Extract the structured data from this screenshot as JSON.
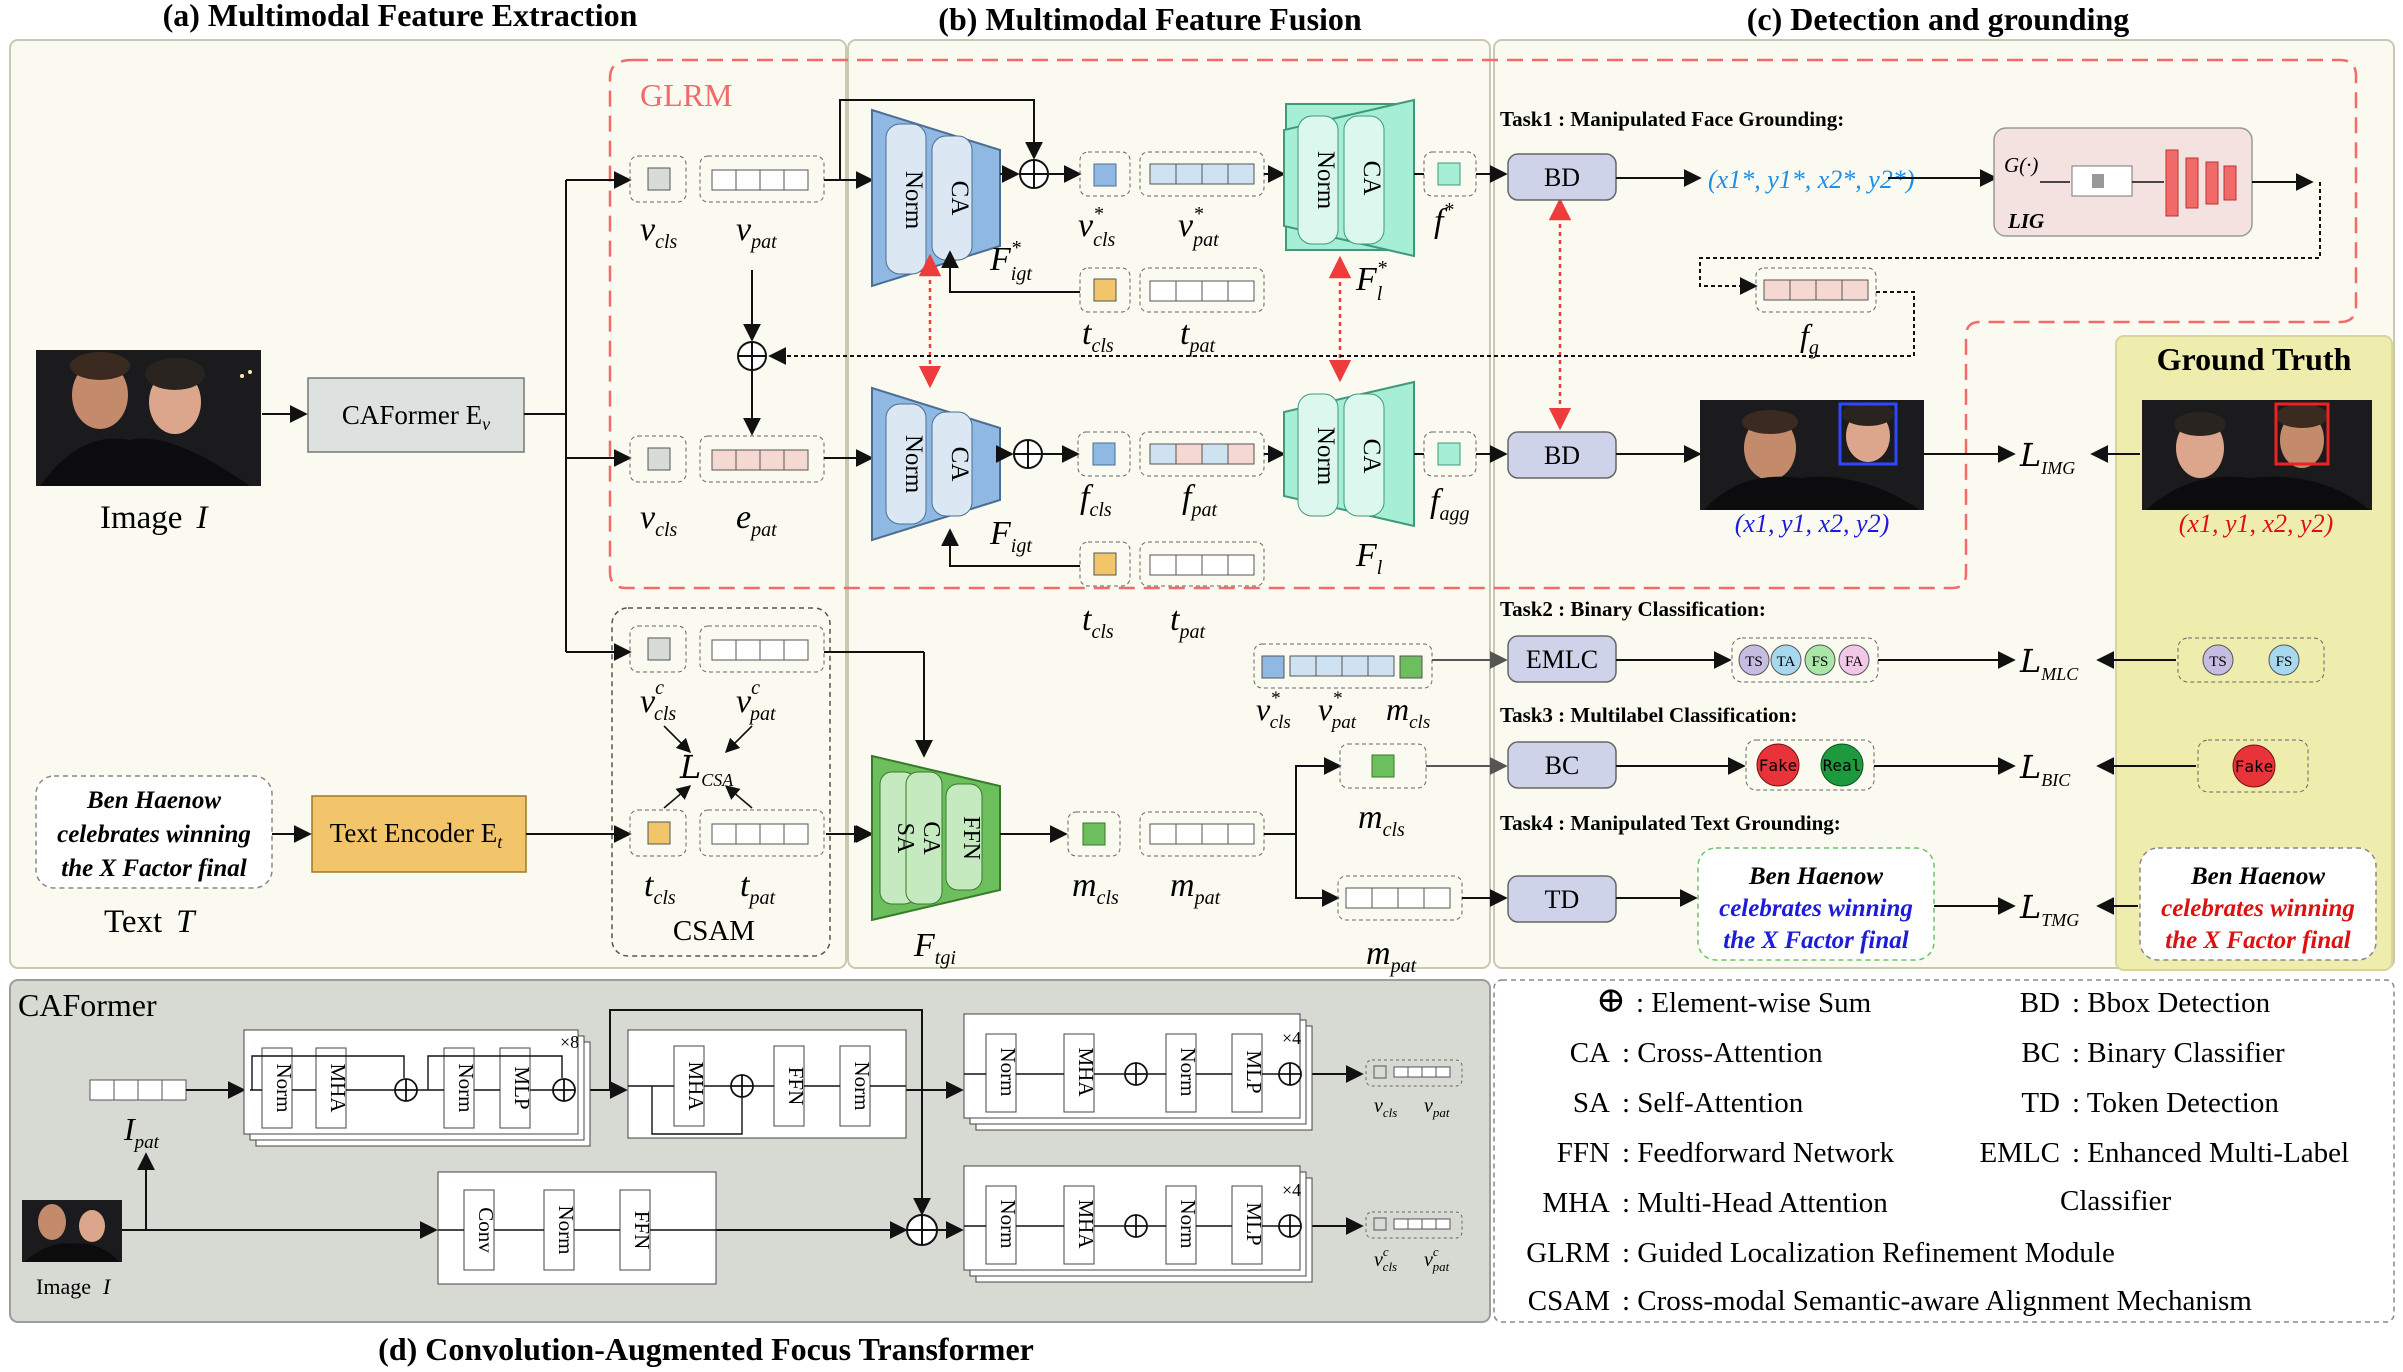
{
  "sections": {
    "a": "(a) Multimodal Feature Extraction",
    "b": "(b) Multimodal Feature Fusion",
    "c": "(c) Detection and grounding",
    "d": "(d) Convolution-Augmented Focus Transformer",
    "gt": "Ground Truth",
    "caformer_panel": "CAFormer"
  },
  "extraction": {
    "image_label": "Image",
    "image_symbol": "I",
    "text_label": "Text",
    "text_symbol": "T",
    "caformer_box": "CAFormer E",
    "caformer_sub": "v",
    "text_encoder_box": "Text Encoder E",
    "text_encoder_sub": "t",
    "input_text": [
      "Ben Haenow",
      "celebrates winning",
      "the X Factor final"
    ],
    "glrm": "GLRM",
    "csam": "CSAM",
    "csa_loss": "L",
    "csa_sub": "CSA"
  },
  "tokens": {
    "v": "v",
    "cls": "cls",
    "pat": "pat",
    "e": "e",
    "t": "t",
    "f": "f",
    "m": "m",
    "agg": "agg",
    "g": "g",
    "c": "c",
    "star": "*"
  },
  "fusion": {
    "norm": "Norm",
    "ca": "CA",
    "sa": "SA",
    "ffn": "FFN",
    "F": "F",
    "igt": "igt",
    "l": "l",
    "tgi": "tgi"
  },
  "tasks": {
    "task1": "Task1 : Manipulated Face Grounding:",
    "task2": "Task2 : Binary Classification:",
    "task3": "Task3 : Multilabel Classification:",
    "task4": "Task4 : Manipulated Text Grounding:",
    "bd": "BD",
    "emlc": "EMLC",
    "bc": "BC",
    "td": "TD",
    "lig": "LIG",
    "g_func": "G(·)",
    "coords_star": "(x1*, y1*, x2*, y2*)",
    "coords": "(x1, y1, x2, y2)",
    "loss_img": "IMG",
    "loss_mlc": "MLC",
    "loss_bic": "BIC",
    "loss_tmg": "TMG",
    "chips": [
      "TS",
      "TA",
      "FS",
      "FA"
    ],
    "gt_chips": [
      "TS",
      "FS"
    ],
    "fake": "Fake",
    "real": "Real",
    "pred_text": [
      "Ben Haenow",
      "celebrates winning",
      "the X Factor final"
    ],
    "gt_text": [
      "Ben Haenow",
      "celebrates winning",
      "the X Factor final"
    ]
  },
  "caformer": {
    "ipat": "I",
    "ipat_sub": "pat",
    "image": "Image",
    "image_sym": "I",
    "norm": "Norm",
    "mha": "MHA",
    "mlp": "MLP",
    "ffn": "FFN",
    "conv": "Conv",
    "x8": "×8",
    "x4": "×4"
  },
  "legend": [
    {
      "k": "⊕",
      "v": ": Element-wise Sum"
    },
    {
      "k": "CA",
      "v": ": Cross-Attention"
    },
    {
      "k": "SA",
      "v": ": Self-Attention"
    },
    {
      "k": "FFN",
      "v": ": Feedforward  Network"
    },
    {
      "k": "MHA",
      "v": ": Multi-Head Attention"
    },
    {
      "k": "GLRM",
      "v": ": Guided Localization Refinement Module"
    },
    {
      "k": "CSAM",
      "v": ": Cross-modal Semantic-aware Alignment Mechanism"
    }
  ],
  "legend_right": [
    {
      "k": "BD",
      "v": ": Bbox Detection"
    },
    {
      "k": "BC",
      "v": ": Binary Classifier"
    },
    {
      "k": "TD",
      "v": ": Token Detection"
    },
    {
      "k": "EMLC",
      "v": ": Enhanced Multi-Label"
    },
    {
      "k": "",
      "v": "Classifier"
    }
  ],
  "colors": {
    "blue": "#8fb8e2",
    "mint": "#a6efd6",
    "green": "#6dbe5c",
    "orange": "#f2c56b",
    "pink": "#f4d4d0",
    "gray_box": "#dde2e0",
    "bd_box": "#cfd3ea",
    "red_dash": "#f26a6a",
    "gt_bg": "#f2f0b0",
    "caformer_bg": "#d9dbd6"
  }
}
